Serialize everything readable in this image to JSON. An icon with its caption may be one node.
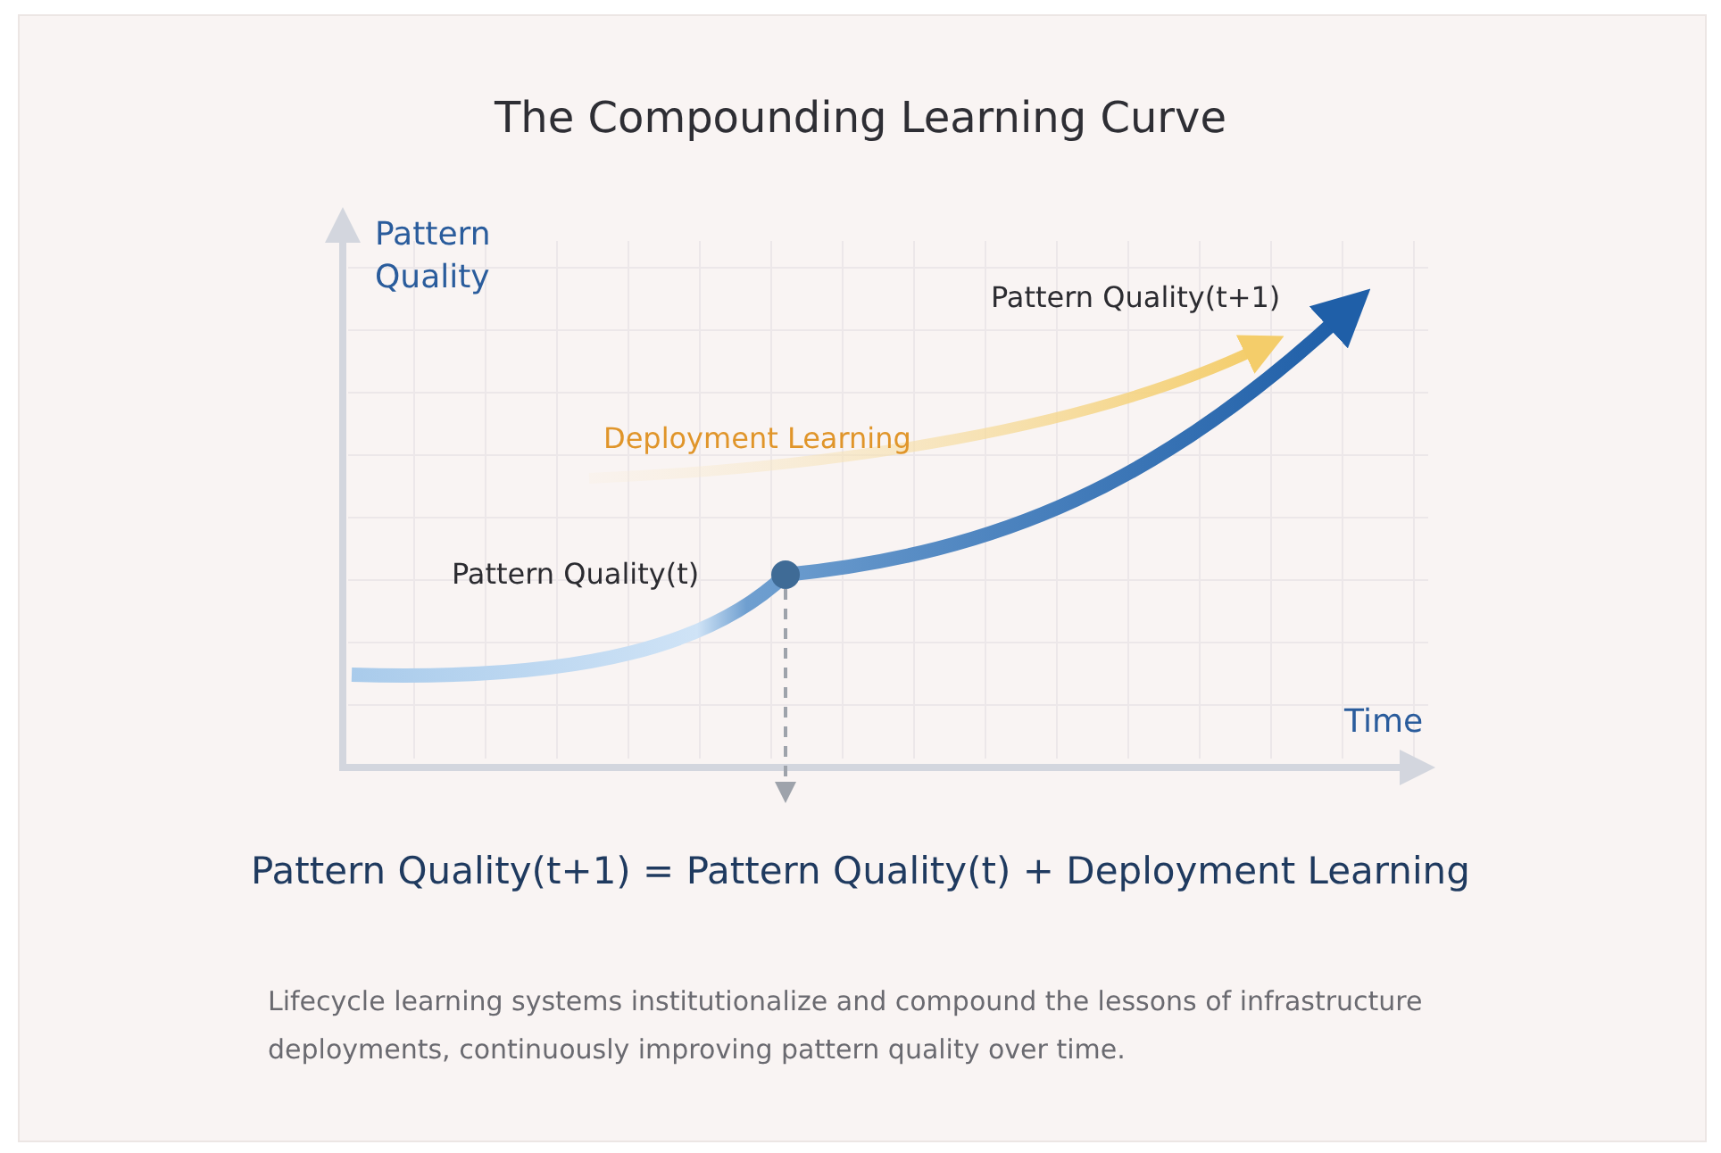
{
  "diagram": {
    "title": "The Compounding Learning Curve",
    "caption": "Lifecycle learning systems institutionalize and compound the lessons of infrastructure deployments, continuously improving pattern quality over time.",
    "labels": [
      "Pattern Quality",
      "Pattern Quality(t+1)",
      "Deployment Learning",
      "Pattern Quality(t)",
      "Time",
      "Pattern Quality(t+1) = Pattern Quality(t) + Deployment Learning"
    ]
  }
}
